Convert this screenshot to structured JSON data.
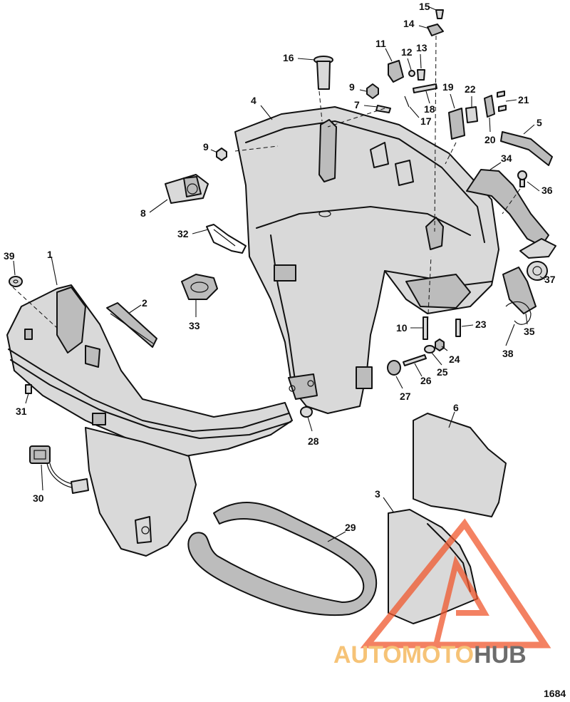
{
  "diagram": {
    "callouts": [
      "15",
      "14",
      "16",
      "11",
      "12",
      "13",
      "9",
      "19",
      "22",
      "21",
      "7",
      "18",
      "17",
      "20",
      "4",
      "5",
      "9",
      "34",
      "36",
      "8",
      "32",
      "39",
      "1",
      "2",
      "33",
      "37",
      "10",
      "23",
      "35",
      "38",
      "24",
      "25",
      "26",
      "27",
      "31",
      "28",
      "6",
      "30",
      "3",
      "29"
    ],
    "document_number": "1684"
  },
  "watermark": {
    "prefix": "AUTOMOTO",
    "suffix": "HUB",
    "prefix_color": "#f4b04a",
    "suffix_color": "#3b3b3b",
    "logo_color": "#f0582e"
  }
}
